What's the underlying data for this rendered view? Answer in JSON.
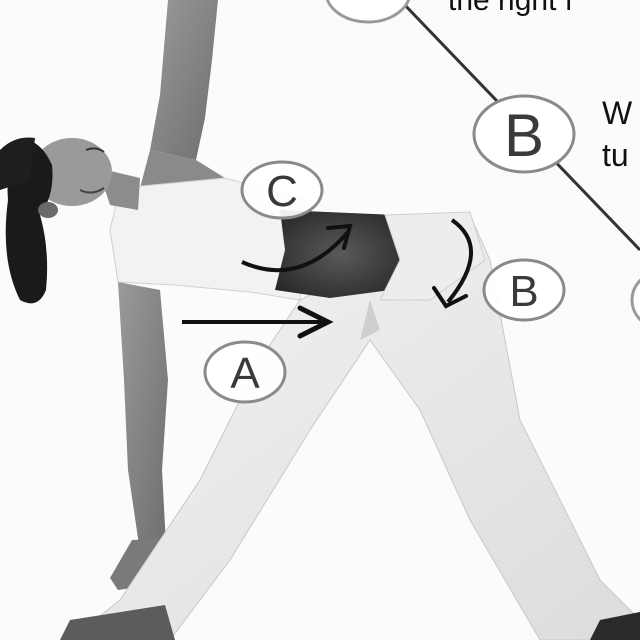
{
  "labels": {
    "a": "A",
    "b_body": "B",
    "b_side": "B",
    "c": "C"
  },
  "side_text": {
    "line1": "the right f",
    "line2": "W",
    "line3": "tu"
  }
}
